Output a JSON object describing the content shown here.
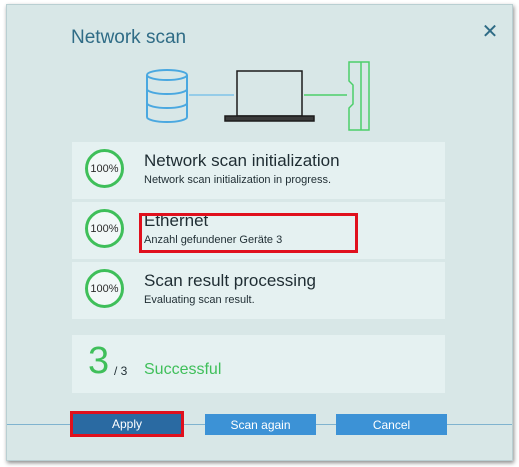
{
  "dialog": {
    "title": "Network scan",
    "close_glyph": "✕"
  },
  "illustration": {
    "icons": [
      "database-icon",
      "laptop-icon",
      "device-icon"
    ]
  },
  "steps": [
    {
      "progress": "100%",
      "title": "Network scan initialization",
      "subtitle": "Network scan initialization in progress."
    },
    {
      "progress": "100%",
      "title": "Ethernet",
      "subtitle": "Anzahl gefundener Geräte 3"
    },
    {
      "progress": "100%",
      "title": "Scan result processing",
      "subtitle": "Evaluating scan result."
    }
  ],
  "result": {
    "found": "3",
    "total": "/ 3",
    "status": "Successful"
  },
  "buttons": {
    "apply": "Apply",
    "scan_again": "Scan again",
    "cancel": "Cancel"
  },
  "colors": {
    "accent": "#2f6c86",
    "success": "#3fbf5a",
    "button": "#3c92d6",
    "highlight": "#e0101d"
  }
}
